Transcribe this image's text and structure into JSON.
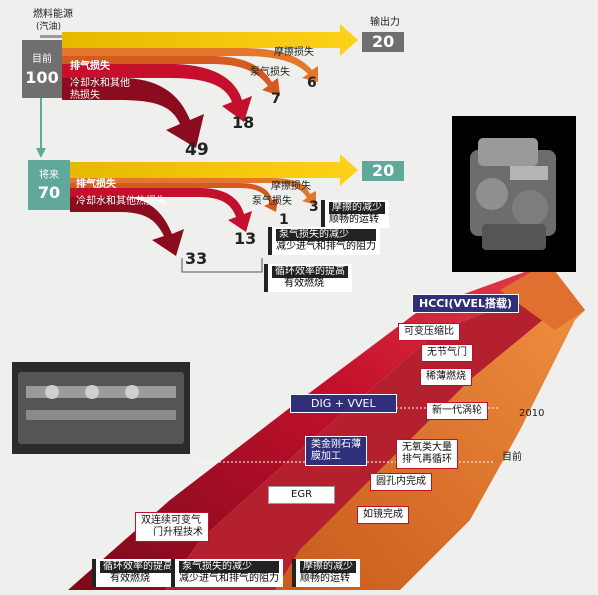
{
  "top": {
    "source_label": "燃料能源",
    "source_sub": "(汽油)",
    "output_label": "输出力",
    "current_label": "目前",
    "current_value": "100",
    "current_output": "20",
    "current_exhaust": "排气损失",
    "current_cooling": "冷却水和其他",
    "current_cooling2": "热损失",
    "current_friction": "摩擦损失",
    "current_pump": "泵气损失",
    "v_friction": "6",
    "v_pump": "7",
    "v_exhaust": "18",
    "v_cooling": "49"
  },
  "future": {
    "label": "将来",
    "value": "70",
    "output": "20",
    "exhaust": "排气损失",
    "cooling": "冷却水和其他热损失",
    "friction": "摩擦损失",
    "pump": "泵气损失",
    "v_friction": "3",
    "v_pump": "1",
    "v_exhaust": "13",
    "v_cooling": "33",
    "note_friction_1": "摩擦的减少",
    "note_friction_2": "顺畅的运转",
    "note_pump_1": "泵气损失的减少",
    "note_pump_2": "减少进气和排气的阻力",
    "note_cycle_1": "循环效率的提高",
    "note_cycle_2": "有效燃烧"
  },
  "roadmap": {
    "hcci": "HCCI(VVEL搭载)",
    "vcr": "可变压缩比",
    "throttle": "无节气门",
    "lean": "稀薄燃烧",
    "dig": "DIG + VVEL",
    "turbo": "新一代涡轮",
    "year_2010": "2010",
    "dlc_1": "类金刚石薄",
    "dlc_2": "膜加工",
    "egr_large_1": "无氧类大量",
    "egr_large_2": "排气再循环",
    "bore": "圆孔内完成",
    "egr": "EGR",
    "now": "目前",
    "mirror": "如镜完成",
    "dual_1": "双连续可变气",
    "dual_2": "门升程技术",
    "band_cycle_1": "循环效率的提高",
    "band_cycle_2": "有效燃烧",
    "band_pump_1": "泵气损失的减少",
    "band_pump_2": "减少进气和排气的阻力",
    "band_friction_1": "摩擦的减少",
    "band_friction_2": "顺畅的运转"
  },
  "colors": {
    "gray_box": "#6f6f6f",
    "teal_box": "#5fa89a",
    "yellow": "#f2c400",
    "red": "#c4102c",
    "orange": "#e3782a",
    "navy": "#2f2f7a"
  }
}
